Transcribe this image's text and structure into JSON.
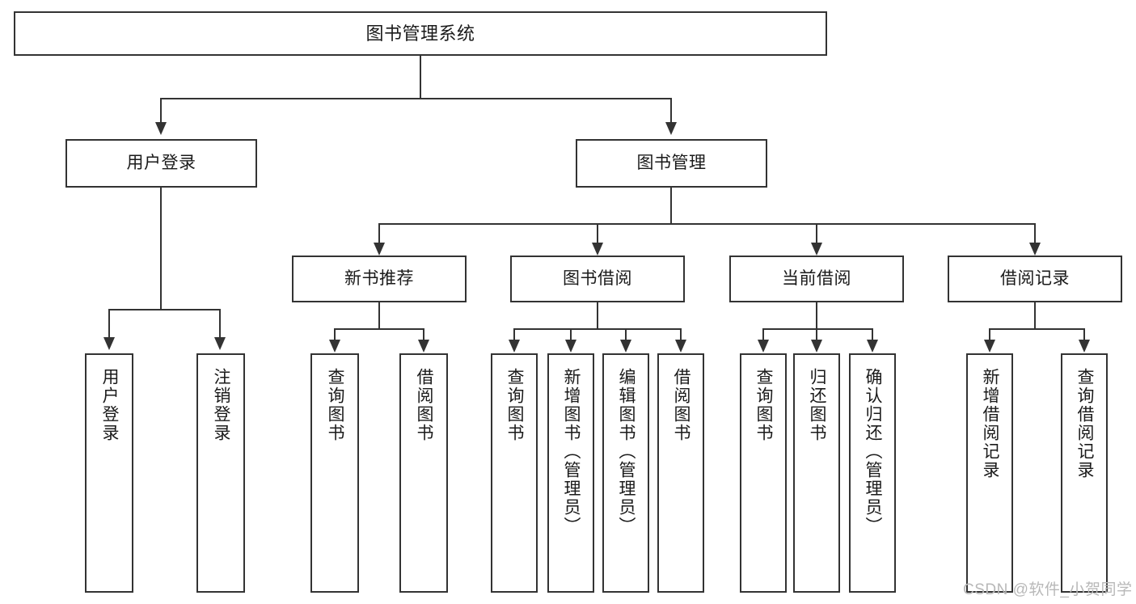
{
  "diagram": {
    "type": "tree-hierarchy",
    "title": "图书管理系统",
    "root": {
      "label": "图书管理系统"
    },
    "level2": [
      {
        "label": "用户登录"
      },
      {
        "label": "图书管理"
      }
    ],
    "level3": [
      {
        "label": "新书推荐"
      },
      {
        "label": "图书借阅"
      },
      {
        "label": "当前借阅"
      },
      {
        "label": "借阅记录"
      }
    ],
    "leaves": {
      "user_login": [
        {
          "label": "用户登录"
        },
        {
          "label": "注销登录"
        }
      ],
      "new_book_recommend": [
        {
          "label": "查询图书"
        },
        {
          "label": "借阅图书"
        }
      ],
      "book_borrow": [
        {
          "label": "查询图书"
        },
        {
          "label": "新增图书（管理员）"
        },
        {
          "label": "编辑图书（管理员）"
        },
        {
          "label": "借阅图书"
        }
      ],
      "current_borrow": [
        {
          "label": "查询图书"
        },
        {
          "label": "归还图书"
        },
        {
          "label": "确认归还（管理员）"
        }
      ],
      "borrow_record": [
        {
          "label": "新增借阅记录"
        },
        {
          "label": "查询借阅记录"
        }
      ]
    },
    "watermark": "CSDN @软件_小贺同学",
    "colors": {
      "stroke": "#333333",
      "background": "#ffffff",
      "text": "#1a1a1a",
      "watermark": "#b8b8b8"
    }
  }
}
